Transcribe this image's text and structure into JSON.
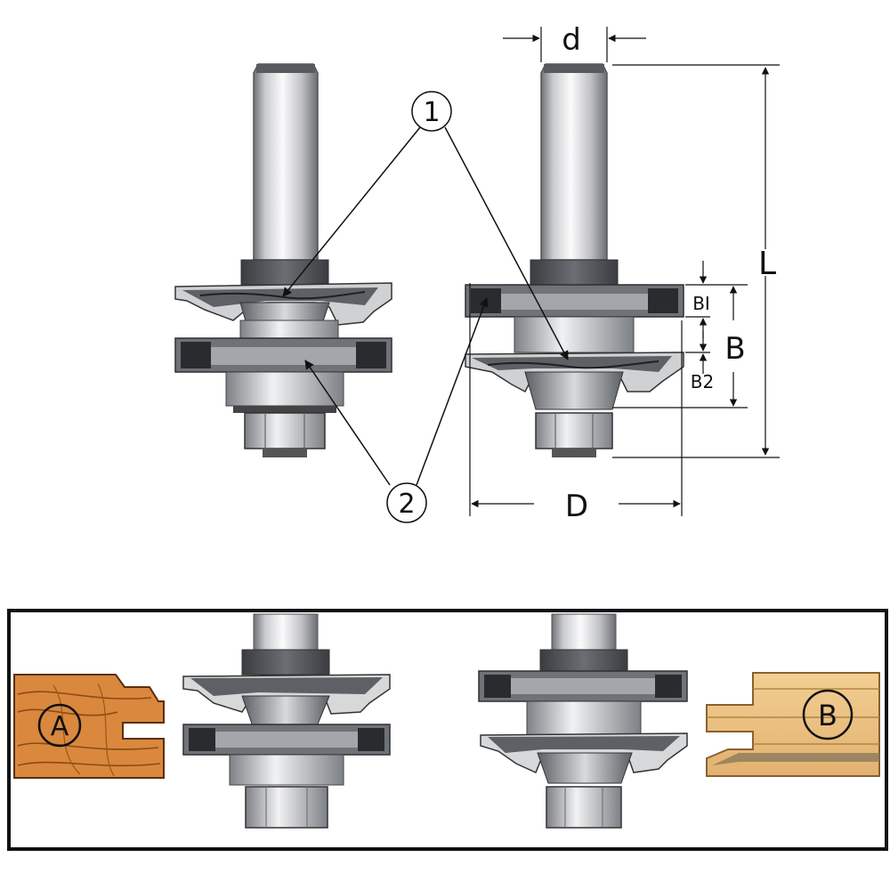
{
  "dimensions": {
    "d": "d",
    "L": "L",
    "B": "B",
    "B1": "BI",
    "B2": "B2",
    "D": "D"
  },
  "callouts": {
    "one": "1",
    "two": "2"
  },
  "profiles": {
    "a_label": "A",
    "b_label": "B"
  },
  "colors": {
    "steel_dark": "#505358",
    "steel_mid": "#8a8d92",
    "steel_light": "#e6e7e9",
    "carbide": "#dcdcdc",
    "wood_a": "#d6843c",
    "wood_a_grain": "#8b4a17",
    "wood_b": "#ecc486",
    "wood_b_line": "#b38544"
  }
}
